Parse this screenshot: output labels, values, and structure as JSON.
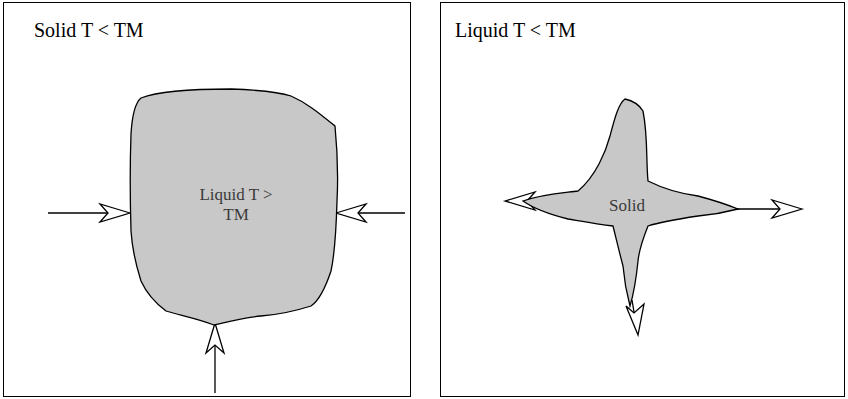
{
  "diagram": {
    "nodes": [
      {
        "text": [
          "Solid T < TM"
        ]
      },
      {
        "text": [
          "Liquid T > TM"
        ],
        "in": 0
      },
      {
        "text": [
          "Liquid T < TM"
        ]
      },
      {
        "text": [
          "Solid"
        ],
        "in": 2
      }
    ]
  }
}
